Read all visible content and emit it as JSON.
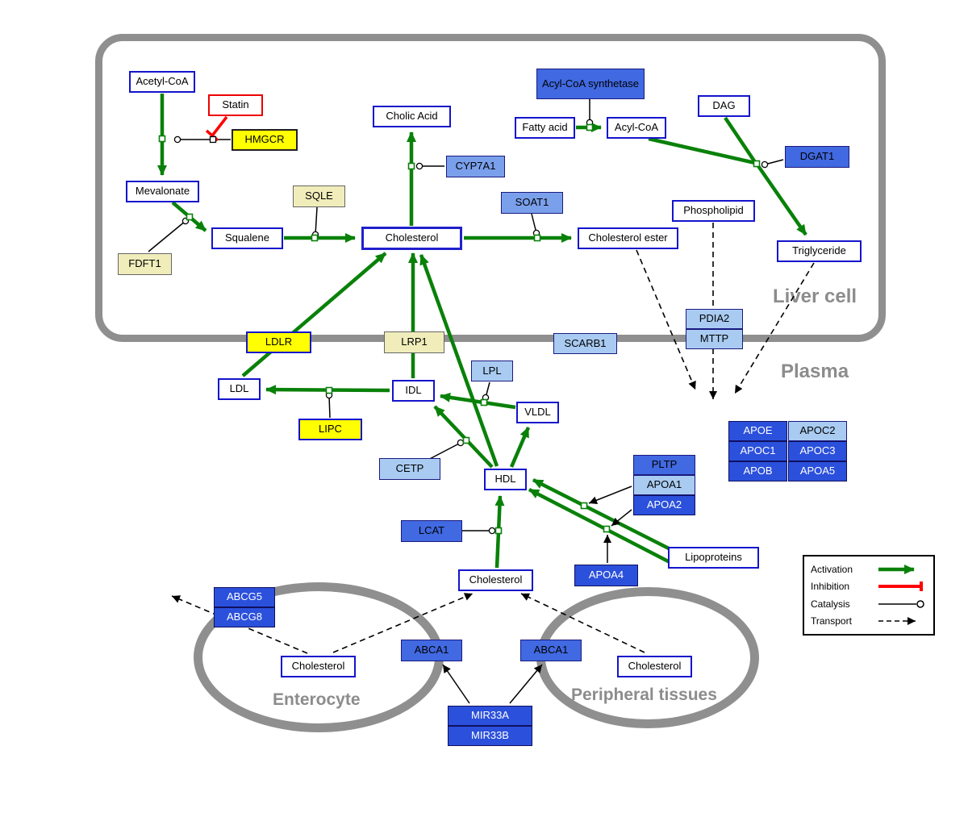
{
  "compartments": {
    "liver": "Liver cell",
    "plasma": "Plasma",
    "enterocyte": "Enterocyte",
    "peripheral": "Peripheral tissues"
  },
  "nodes": {
    "acetyl_coa": "Acetyl-CoA",
    "statin": "Statin",
    "hmgcr": "HMGCR",
    "mevalonate": "Mevalonate",
    "fdft1": "FDFT1",
    "squalene": "Squalene",
    "sqle": "SQLE",
    "cholesterol_liver": "Cholesterol",
    "cholic_acid": "Cholic Acid",
    "cyp7a1": "CYP7A1",
    "soat1": "SOAT1",
    "cholesterol_ester": "Cholesterol ester",
    "acyl_coa_synthetase": "Acyl-CoA synthetase",
    "fatty_acid": "Fatty acid",
    "acyl_coa": "Acyl-CoA",
    "dag": "DAG",
    "dgat1": "DGAT1",
    "phospholipid": "Phospholipid",
    "triglyceride": "Triglyceride",
    "pdia2": "PDIA2",
    "mttp": "MTTP",
    "ldlr": "LDLR",
    "lrp1": "LRP1",
    "scarb1": "SCARB1",
    "ldl": "LDL",
    "idl": "IDL",
    "lpl": "LPL",
    "vldl": "VLDL",
    "lipc": "LIPC",
    "cetp": "CETP",
    "hdl": "HDL",
    "pltp": "PLTP",
    "apoa1": "APOA1",
    "apoa2": "APOA2",
    "apoe": "APOE",
    "apoc2": "APOC2",
    "apoc1": "APOC1",
    "apoc3": "APOC3",
    "apob": "APOB",
    "apoa5": "APOA5",
    "lcat": "LCAT",
    "apoa4": "APOA4",
    "lipoproteins": "Lipoproteins",
    "cholesterol_plasma": "Cholesterol",
    "abcg5": "ABCG5",
    "abcg8": "ABCG8",
    "cholesterol_enterocyte": "Cholesterol",
    "abca1_left": "ABCA1",
    "abca1_right": "ABCA1",
    "cholesterol_peripheral": "Cholesterol",
    "mir33a": "MIR33A",
    "mir33b": "MIR33B"
  },
  "legend": {
    "activation": "Activation",
    "inhibition": "Inhibition",
    "catalysis": "Catalysis",
    "transport": "Transport"
  },
  "colors": {
    "activation": "#098109",
    "inhibition": "#FF0000",
    "membrane": "#8F8F8F",
    "metabolite_border": "#1414CC",
    "gene_yellow": "#FFFF00",
    "gene_dark_blue": "#2B50DB",
    "gene_royal_blue": "#4169E1",
    "gene_light_blue": "#A9CBF2"
  }
}
